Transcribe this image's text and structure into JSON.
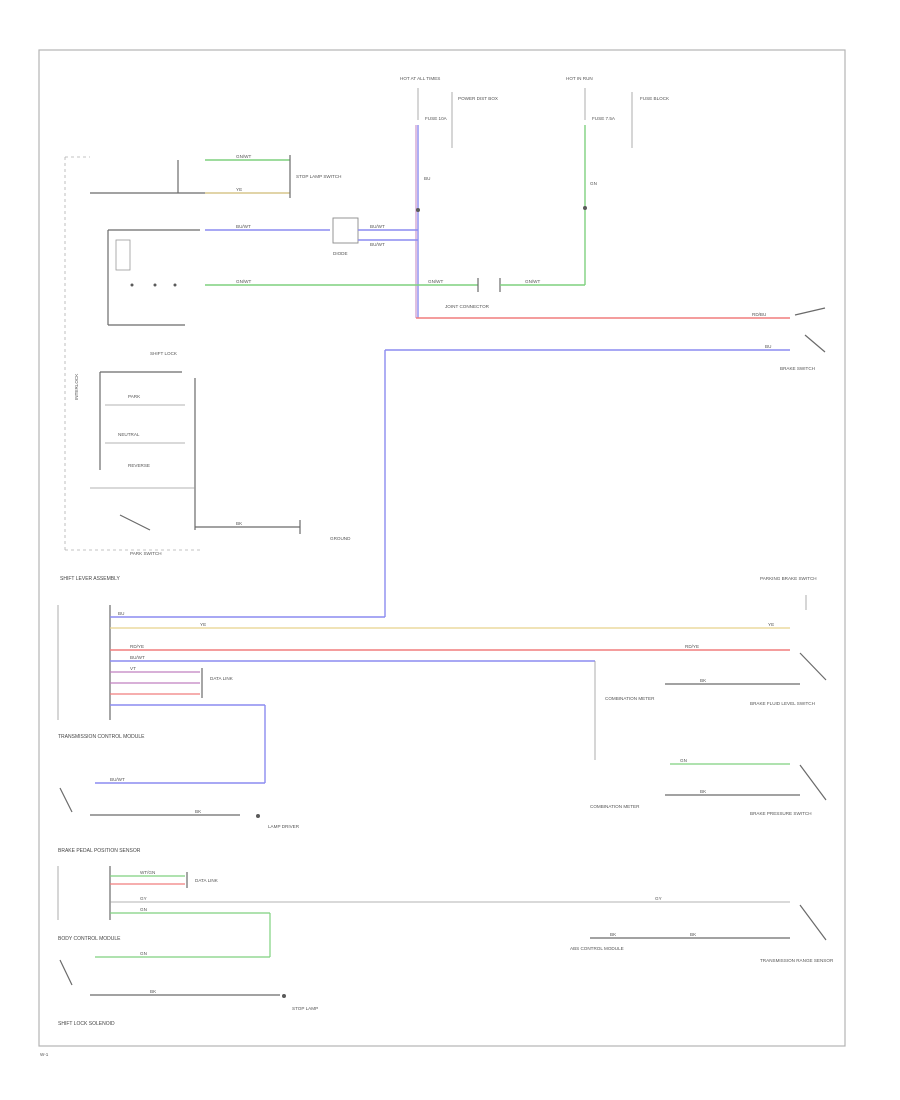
{
  "labels": {
    "top_left_heading": "HOT AT ALL TIMES",
    "top_right_heading": "HOT IN RUN",
    "fuse_a": "FUSE 10A",
    "fuse_b": "FUSE 7.5A",
    "top_ref_a": "POWER DIST BOX",
    "top_ref_b": "FUSE BLOCK",
    "stop_lamp_ref": "STOP LAMP SWITCH",
    "diode": "DIODE",
    "joint_connector": "JOINT CONNECTOR",
    "brake_switch": "BRAKE SWITCH",
    "shift_lock_box": "SHIFT LOCK",
    "block_unit_a": "PARK",
    "block_unit_b": "NEUTRAL",
    "block_unit_c": "REVERSE",
    "interlock": "INTERLOCK",
    "park_switch": "PARK SWITCH",
    "ground_a": "GROUND",
    "bottom_left_caption": "SHIFT LEVER ASSEMBLY",
    "right_top_group": "PARKING BRAKE SWITCH",
    "ecm_caption": "TRANSMISSION CONTROL MODULE",
    "data_link_ref": "DATA LINK",
    "brake_fluid": "BRAKE FLUID LEVEL SWITCH",
    "brake_pressure": "BRAKE PRESSURE SWITCH",
    "combination_meter": "COMBINATION METER",
    "lamp_driver": "LAMP DRIVER",
    "sensor_caption": "BRAKE PEDAL POSITION SENSOR",
    "control_module": "BODY CONTROL MODULE",
    "right_mid_ref": "COMBINATION METER",
    "right_lower_ref": "ABS CONTROL MODULE",
    "bottom_caption": "SHIFT LOCK SOLENOID",
    "bottom_module_caption": "TRANSMISSION RANGE SENSOR",
    "wheel_sensor": "STOP LAMP",
    "page_ref": "W-1"
  },
  "wires": {
    "gn_wt": "GN/WT",
    "bu_wt": "BU/WT",
    "bk": "BK",
    "vt": "VT",
    "rd_bu": "RD/BU",
    "wt_gn": "WT/GN",
    "ye": "YE",
    "rd_ye": "RD/YE",
    "gn": "GN",
    "bu": "BU",
    "gy": "GY"
  },
  "colors": {
    "green": "#7fd17f",
    "blue": "#8c8cf0",
    "red": "#f07d7d",
    "yellow": "#e6d28c",
    "violet": "#c080c0",
    "black": "#6a6a6a"
  }
}
